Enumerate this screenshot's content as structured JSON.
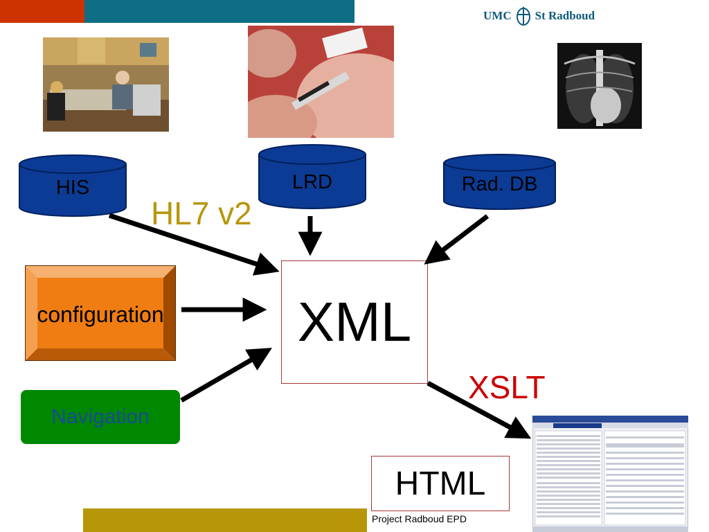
{
  "header": {
    "logo_text_left": "UMC",
    "logo_text_right": "St Radboud"
  },
  "databases": [
    {
      "label": "HIS"
    },
    {
      "label": "LRD"
    },
    {
      "label": "Rad. DB"
    }
  ],
  "labels": {
    "hl7": "HL7 v2",
    "xml": "XML",
    "xslt": "XSLT",
    "html": "HTML",
    "configuration": "configuration",
    "navigation": "Navigation"
  },
  "footer": {
    "text": "Project Radboud EPD"
  },
  "colors": {
    "db_fill": "#0b3b94",
    "hl7": "#b8960a",
    "xslt": "#cc0000",
    "config_fill": "#f07d12",
    "nav_fill": "#008800"
  }
}
